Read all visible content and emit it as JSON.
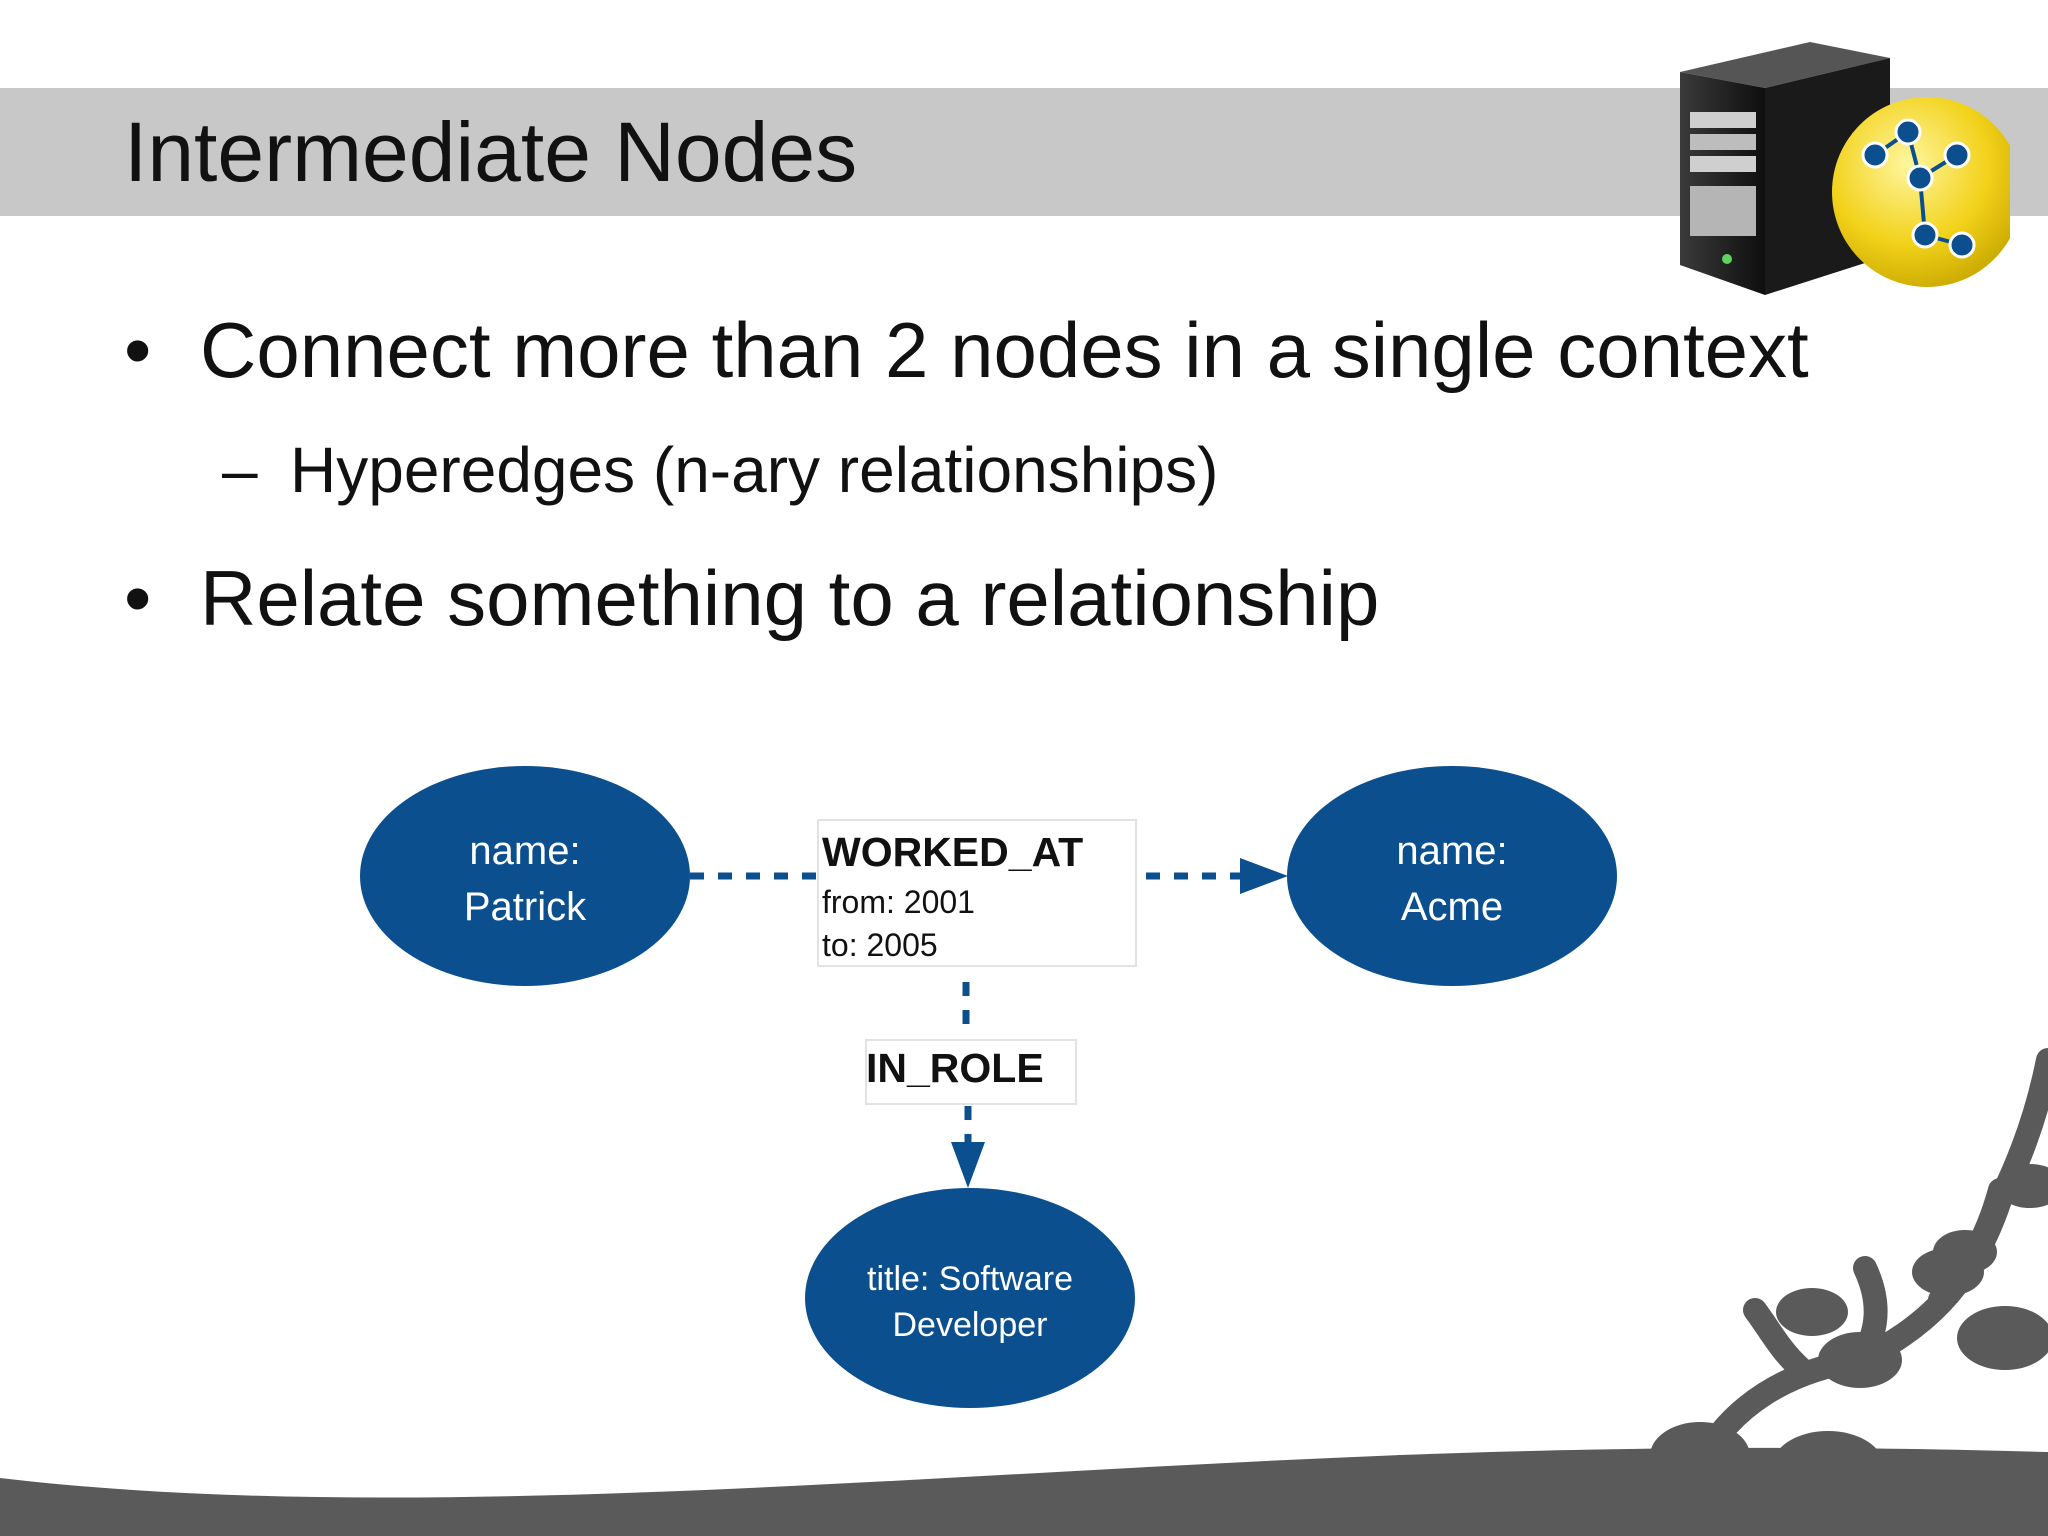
{
  "slide": {
    "title": "Intermediate Nodes",
    "bullets": [
      {
        "text": "Connect more than 2 nodes in a single context",
        "sub": [
          "Hyperedges (n-ary relationships)"
        ]
      },
      {
        "text": "Relate something to a relationship",
        "sub": []
      }
    ]
  },
  "diagram": {
    "nodes": [
      {
        "id": "patrick",
        "lines": [
          "name:",
          "Patrick"
        ]
      },
      {
        "id": "acme",
        "lines": [
          "name:",
          "Acme"
        ]
      },
      {
        "id": "developer",
        "lines": [
          "title: Software",
          "Developer"
        ]
      }
    ],
    "relationships": [
      {
        "id": "worked_at",
        "label": "WORKED_AT",
        "props": [
          "from: 2001",
          "to: 2005"
        ]
      },
      {
        "id": "in_role",
        "label": "IN_ROLE",
        "props": []
      }
    ]
  },
  "colors": {
    "node_fill": "#0c4f8f",
    "title_bar": "#c8c8c8",
    "footer": "#5a5a5a",
    "logo_globe": "#f2d21a"
  },
  "icons": {
    "logo": "server-with-graph-globe-icon",
    "footer": "branching-graph-decoration"
  }
}
